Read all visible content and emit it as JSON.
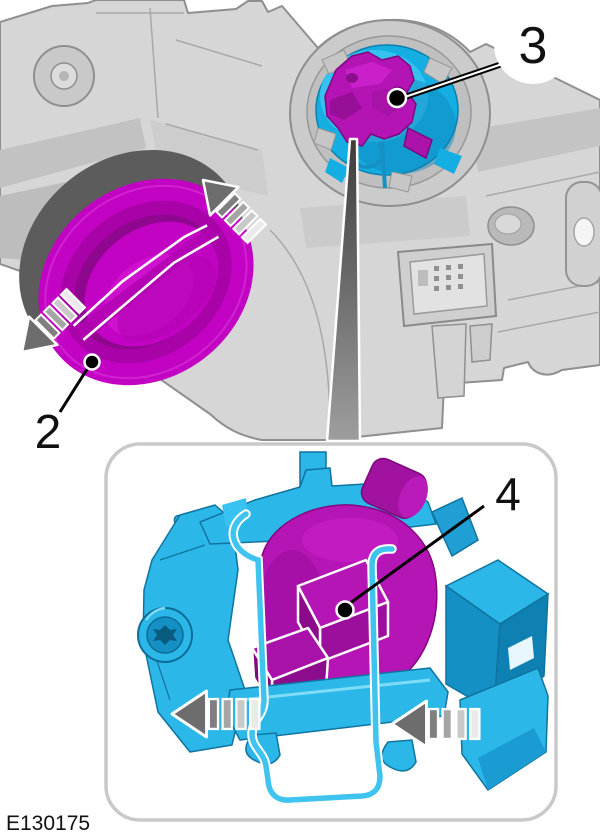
{
  "figure": {
    "id_label": "E130175",
    "callouts": [
      {
        "number": "2"
      },
      {
        "number": "3"
      },
      {
        "number": "4"
      }
    ],
    "icons": [
      "rotate-arrow-icon",
      "press-arrow-icon",
      "zoom-wedge-pointer-icon",
      "callout-balloon-icon",
      "callout-dot-icon"
    ],
    "colors": {
      "highlight_magenta": "#C303C3",
      "bulb_magenta": "#B515B5",
      "highlight_cyan": "#29B6E9",
      "socket_cyan": "#15AEE2",
      "housing_gray": "#D6D6D6",
      "arrow_gray": "#6D6D6D",
      "detail_box_border": "#C9C9C9",
      "callout_text": "#000000"
    }
  }
}
